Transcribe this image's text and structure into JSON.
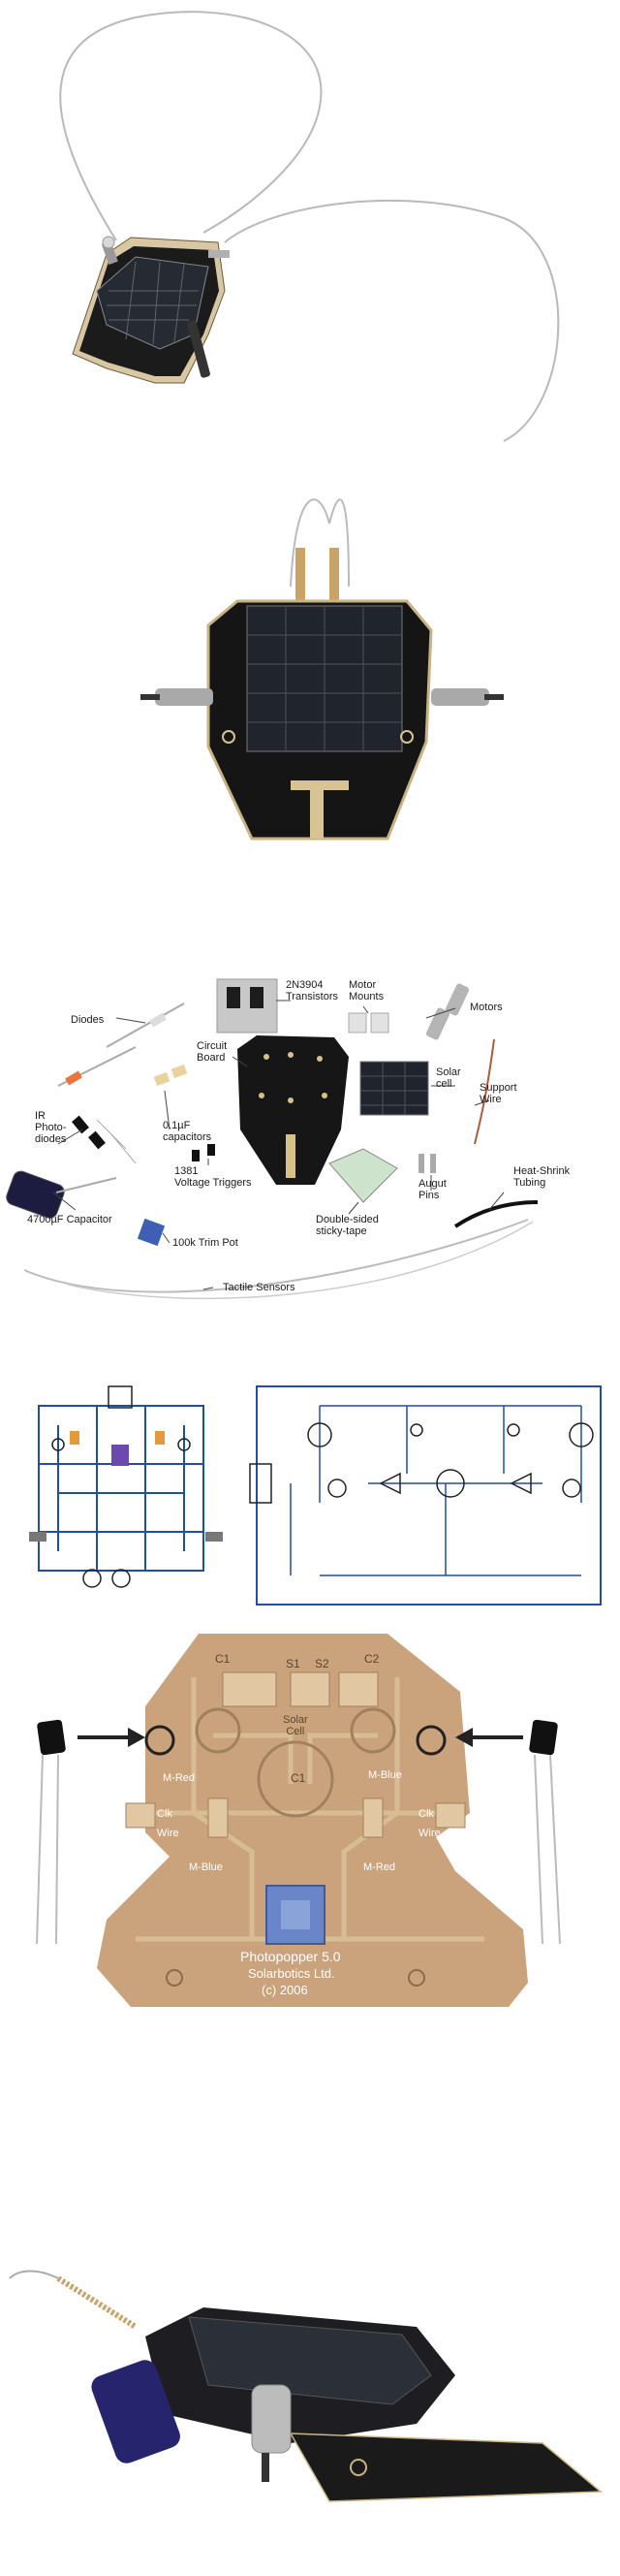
{
  "panels": {
    "photo_top": {},
    "photo_assembled": {},
    "parts": {
      "labels": {
        "transistors": "2N3904\nTransistors",
        "motor_mounts": "Motor\nMounts",
        "motors": "Motors",
        "diodes": "Diodes",
        "circuit_board": "Circuit\nBoard",
        "solar_cell": "Solar\ncell",
        "support_wire": "Support\nWire",
        "ir_photodiodes": "IR\nPhoto-\ndiodes",
        "capacitors_01": "0.1µF\ncapacitors",
        "voltage_triggers": "1381\nVoltage Triggers",
        "augut_pins": "Augut\nPins",
        "heat_shrink": "Heat-Shrink\nTubing",
        "capacitor_4700": "4700µF Capacitor",
        "trim_pot": "100k Trim Pot",
        "sticky_tape": "Double-sided\nsticky-tape",
        "tactile_sensors": "Tactile Sensors"
      }
    },
    "schematics": {},
    "pcb": {
      "labels": {
        "c1_left": "C1",
        "c2_right": "C2",
        "s1": "S1",
        "s2": "S2",
        "solar_cell": "Solar\nCell",
        "c1_center": "C1",
        "m_red_left": "M-Red",
        "m_blue_right": "M-Blue",
        "clk_left": "Clk",
        "clk_right": "Clk",
        "wire_left": "Wire",
        "wire_right": "Wire",
        "m_blue_left": "M-Blue",
        "m_red_right": "M-Red",
        "brand_1": "Photopopper 5.0",
        "brand_2": "Solarbotics Ltd.",
        "brand_3": "(c) 2006"
      }
    },
    "photo_side": {}
  }
}
